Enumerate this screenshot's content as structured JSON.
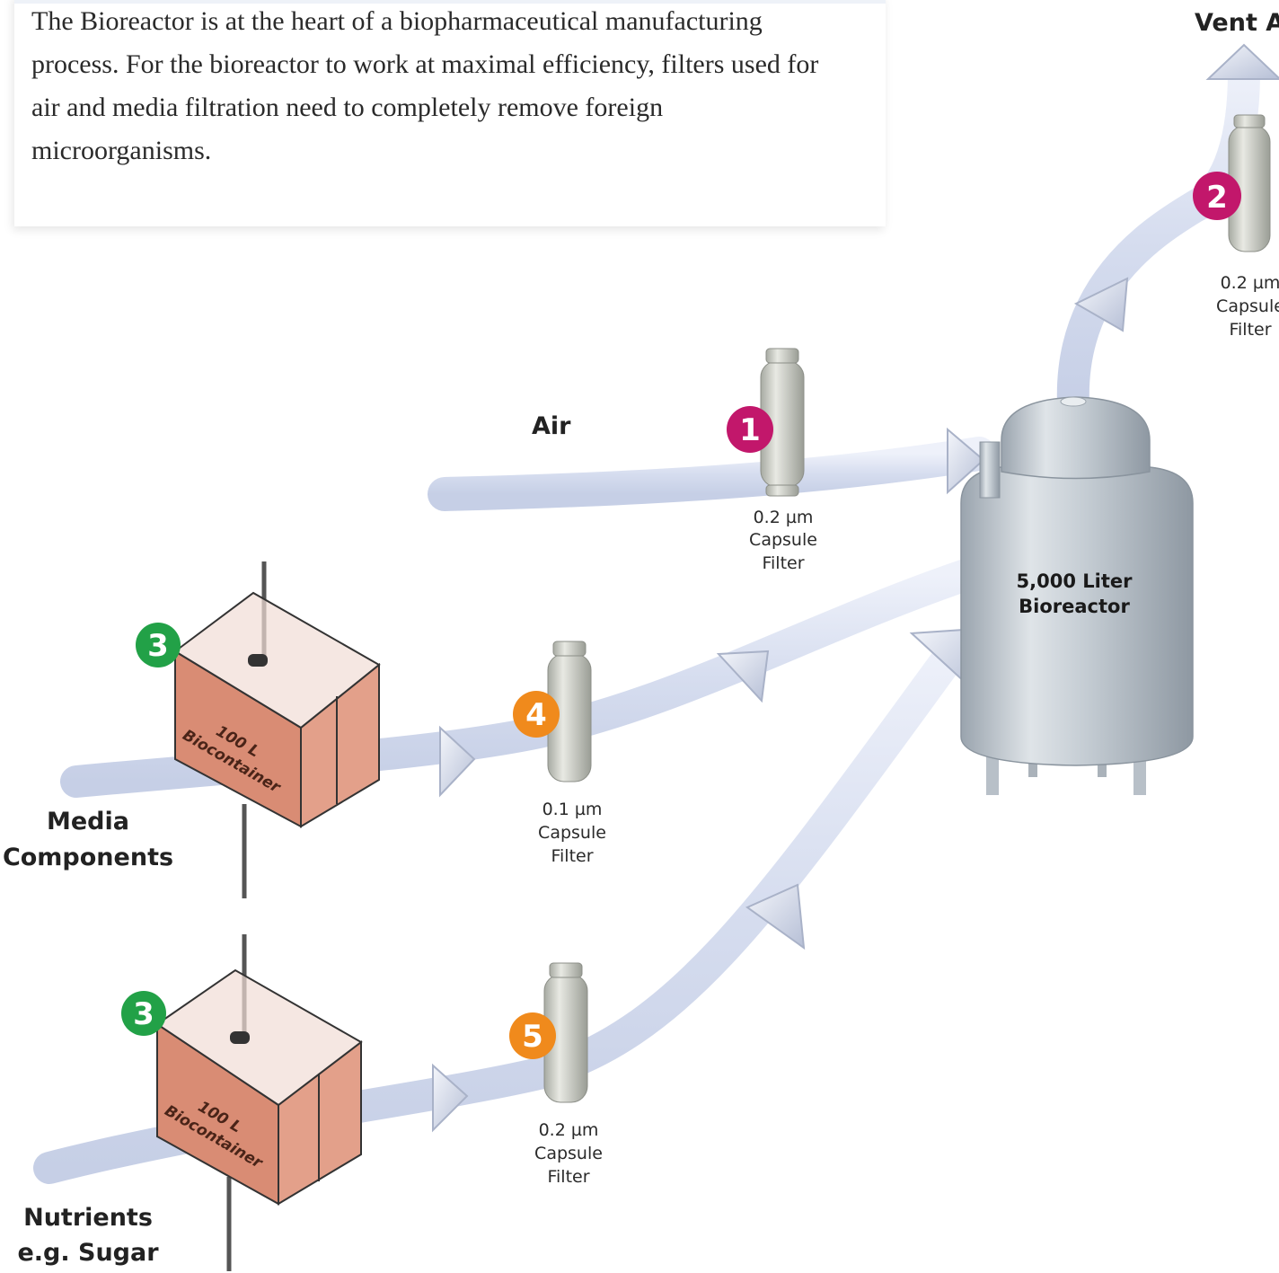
{
  "intro": {
    "text": "The Bioreactor is at the heart of a biopharmaceutical manufacturing process. For the bioreactor to work at maximal efficiency, filters used for air and media filtration need to completely remove foreign microorganisms."
  },
  "labels": {
    "vent_air": "Vent Ai",
    "air": "Air",
    "media_line1": "Media",
    "media_line2": "Components",
    "nutrients_line1": "Nutrients",
    "nutrients_line2": "e.g. Sugar"
  },
  "bioreactor": {
    "line1": "5,000 Liter",
    "line2": "Bioreactor"
  },
  "filters": {
    "f1": {
      "badge": "1",
      "l1": "0.2 µm",
      "l2": "Capsule",
      "l3": "Filter"
    },
    "f2": {
      "badge": "2",
      "l1": "0.2 µm",
      "l2": "Capsule",
      "l3": "Filter"
    },
    "f4": {
      "badge": "4",
      "l1": "0.1 µm",
      "l2": "Capsule",
      "l3": "Filter"
    },
    "f5": {
      "badge": "5",
      "l1": "0.2 µm",
      "l2": "Capsule",
      "l3": "Filter"
    }
  },
  "biocontainers": {
    "top": {
      "badge": "3",
      "l1": "100 L",
      "l2": "Biocontainer"
    },
    "bottom": {
      "badge": "3",
      "l1": "100 L",
      "l2": "Biocontainer"
    }
  },
  "colors": {
    "pipe": "#dde3f2",
    "badge_magenta": "#c2176b",
    "badge_green": "#22a147",
    "badge_orange": "#f08a1c",
    "container_fill": "#d98c74"
  }
}
